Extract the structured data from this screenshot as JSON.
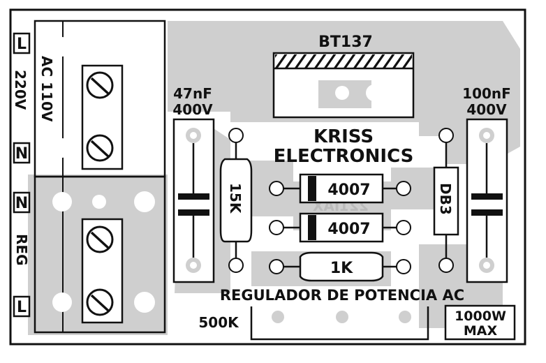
{
  "board": {
    "brand_line1": "KRISS",
    "brand_line2": "ELECTRONICS",
    "mirrored_ghost_text": "221IAX"
  },
  "terminals": {
    "input_left_top": "L",
    "input_left_bottom": "N",
    "input_label_line1": "AC 110V",
    "input_label_line2": "220V",
    "output_left_top": "N",
    "output_left_bottom": "L",
    "output_label": "REG"
  },
  "components": {
    "triac": "BT137",
    "cap_left_value": "47nF",
    "cap_left_voltage": "400V",
    "cap_right_value": "100nF",
    "cap_right_voltage": "400V",
    "resistor_vertical": "15K",
    "diode_top": "4007",
    "diode_bottom": "4007",
    "diac": "DB3",
    "resistor_bottom": "1K",
    "potentiometer": "500K",
    "power_rating_line1": "1000W",
    "power_rating_line2": "MAX"
  },
  "footer": {
    "title": "REGULADOR DE POTENCIA AC"
  },
  "colors": {
    "copper": "#cfcfcf",
    "silk": "#111111",
    "background": "#ffffff"
  }
}
